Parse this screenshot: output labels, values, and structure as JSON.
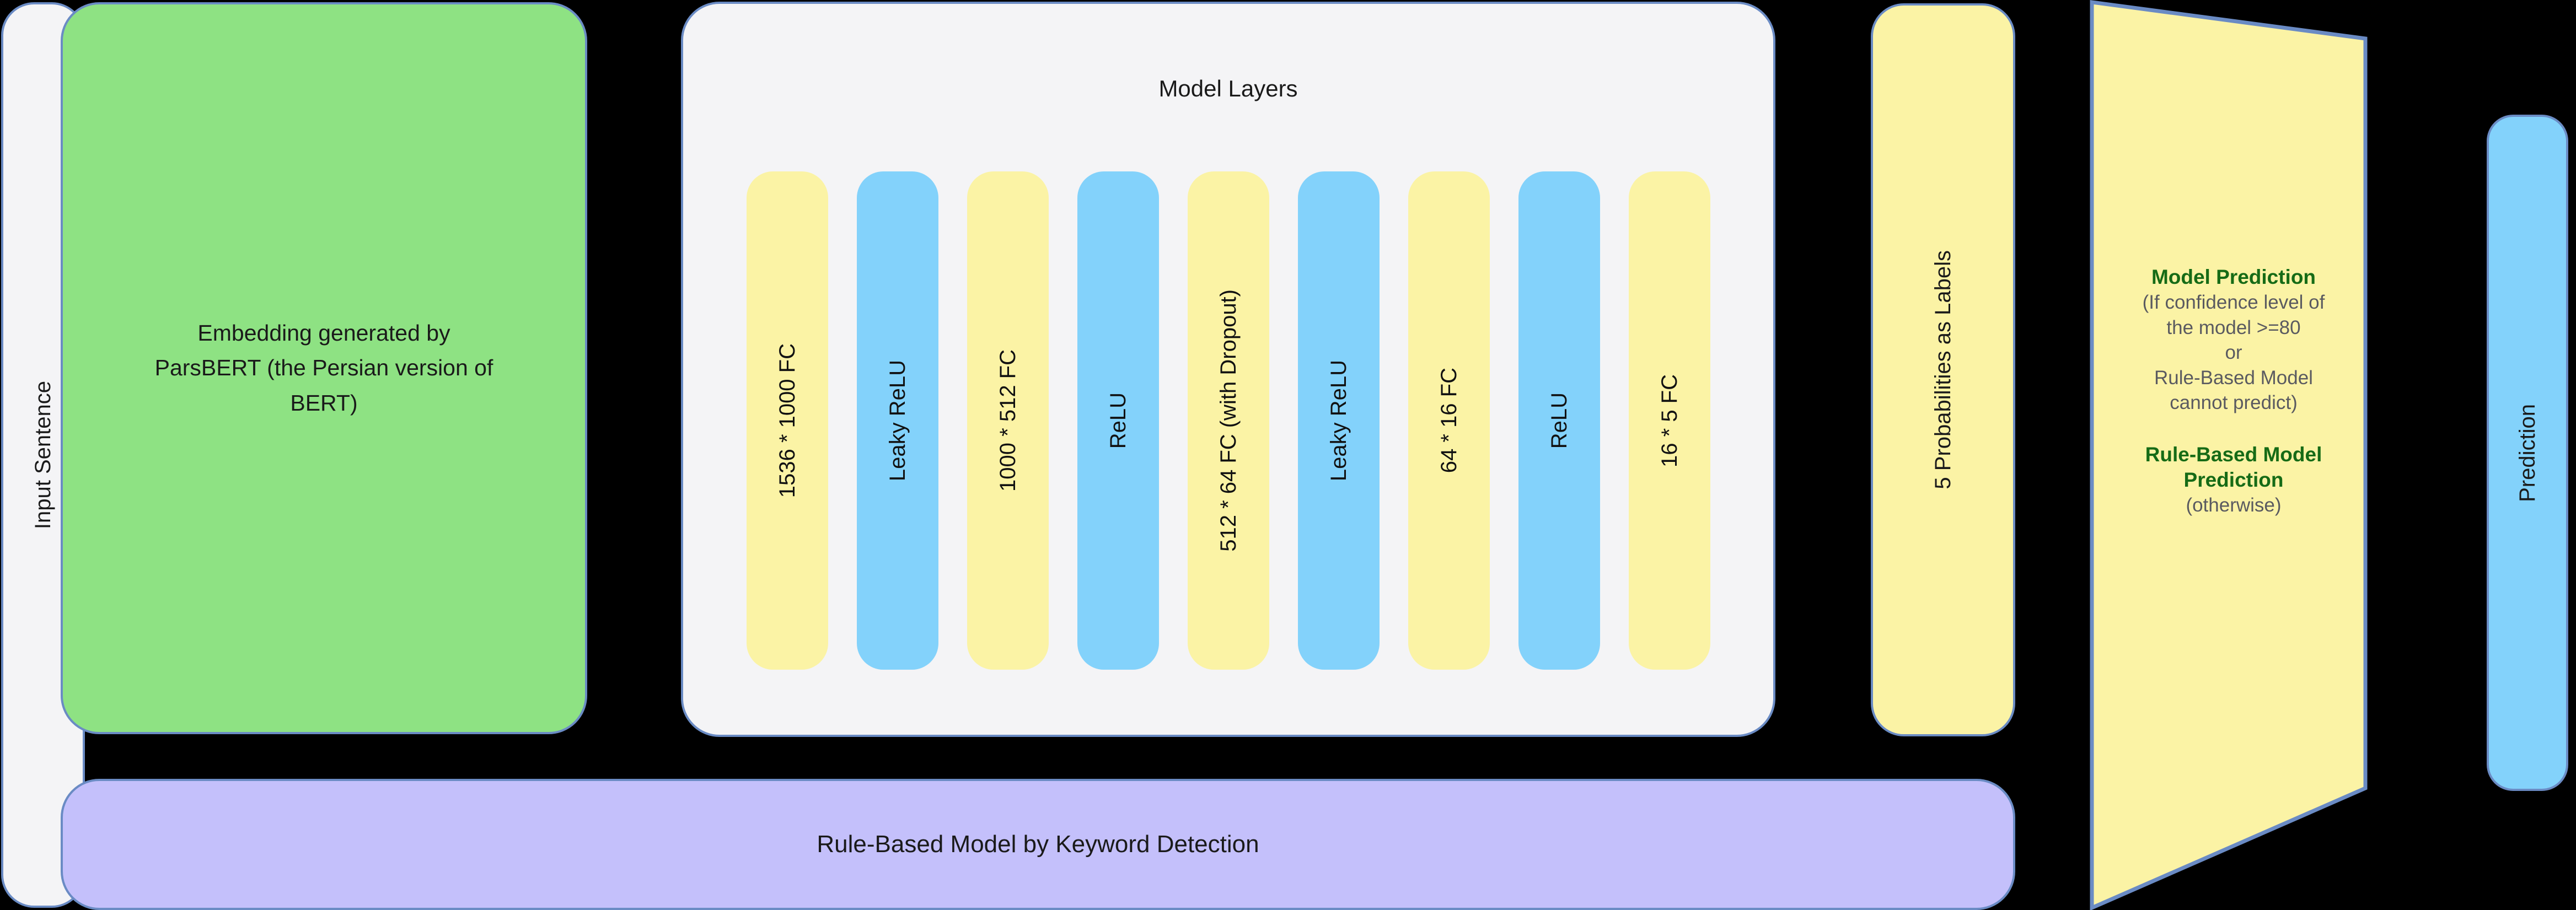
{
  "diagram": {
    "input": {
      "label": "Input Sentence",
      "color": "#f4f4f6"
    },
    "embedding": {
      "label": "Embedding generated by ParsBERT (the Persian version of BERT)",
      "color": "#8ee283"
    },
    "model_layers": {
      "title": "Model Layers",
      "panel_color": "#f4f4f6",
      "fc_color": "#fbf3a5",
      "activation_color": "#83d2fb",
      "bars": [
        {
          "label": "1536 * 1000 FC",
          "kind": "fc"
        },
        {
          "label": "Leaky ReLU",
          "kind": "act"
        },
        {
          "label": "1000 * 512 FC",
          "kind": "fc"
        },
        {
          "label": "ReLU",
          "kind": "act"
        },
        {
          "label": "512 * 64 FC (with Dropout)",
          "kind": "fc"
        },
        {
          "label": "Leaky ReLU",
          "kind": "act"
        },
        {
          "label": "64 * 16 FC",
          "kind": "fc"
        },
        {
          "label": "ReLU",
          "kind": "act"
        },
        {
          "label": "16 * 5 FC",
          "kind": "fc"
        }
      ]
    },
    "probabilities": {
      "label": "5 Probabilities as Labels",
      "color": "#fbf3a5"
    },
    "decision": {
      "color": "#fbf3a5",
      "heading_color": "#166b16",
      "subtext_color": "#5a5a60",
      "primary_heading": "Model Prediction",
      "primary_condition_line1": "(If confidence level of",
      "primary_condition_line2": "the model >=80",
      "primary_condition_line3": "or",
      "primary_condition_line4": "Rule-Based Model",
      "primary_condition_line5": "cannot predict)",
      "fallback_heading_line1": "Rule-Based Model",
      "fallback_heading_line2": "Prediction",
      "fallback_condition": "(otherwise)"
    },
    "prediction": {
      "label": "Prediction",
      "color": "#83d2fb"
    },
    "rule_based": {
      "label": "Rule-Based Model by Keyword Detection",
      "color": "#c4c0fb"
    },
    "background_color": "#000000",
    "border_color": "#6a8bc4"
  }
}
